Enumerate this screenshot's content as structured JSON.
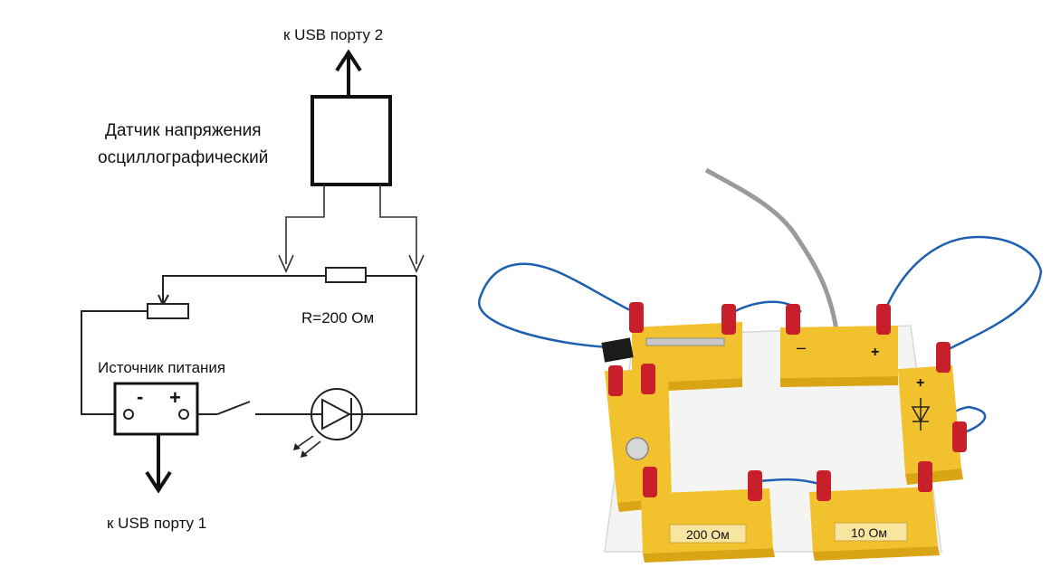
{
  "schematic": {
    "usb_port_2_label": "к USB порту 2",
    "usb_port_1_label": "к USB порту 1",
    "sensor_label_line1": "Датчик напряжения",
    "sensor_label_line2": "осциллографический",
    "resistor_label": "R=200 Ом",
    "power_source_label": "Источник питания",
    "minus_sign": "-",
    "plus_sign": "+"
  },
  "photo": {
    "module_200_label": "200 Ом",
    "module_10_label": "10 Ом",
    "plus_sign": "+",
    "minus_sign": "–",
    "colors": {
      "board": "#f4f4f2",
      "module": "#f2c12e",
      "module_shadow": "#d9a514",
      "plug": "#c8202a",
      "wire": "#1f5fb0",
      "sensor_cable": "#9a9a9a"
    }
  }
}
